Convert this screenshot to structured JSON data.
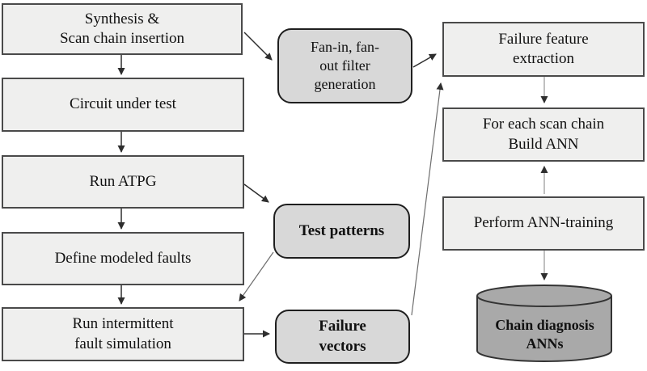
{
  "colors": {
    "background": "#ffffff",
    "box_light_fill": "#efefee",
    "box_light_border": "#4a4a4a",
    "box_medium_fill": "#d8d8d8",
    "box_medium_border": "#1f1f1f",
    "cylinder_fill": "#a9a9a9",
    "cylinder_border": "#333333",
    "arrow_color": "#2e2e2e",
    "text_color": "#111111"
  },
  "nodes": {
    "synthesis": {
      "label": "Synthesis &\nScan chain insertion"
    },
    "circuit_under_test": {
      "label": "Circuit under test"
    },
    "run_atpg": {
      "label": "Run ATPG"
    },
    "define_modeled_faults": {
      "label": "Define modeled faults"
    },
    "run_intermittent_fault_simulation": {
      "label": "Run intermittent\nfault simulation"
    },
    "fan_filter_generation": {
      "label": "Fan-in, fan-\nout filter\ngeneration"
    },
    "test_patterns": {
      "label": "Test patterns"
    },
    "failure_vectors": {
      "label": "Failure\nvectors"
    },
    "failure_feature_extraction": {
      "label": "Failure feature\nextraction"
    },
    "build_ann": {
      "label": "For each scan chain\nBuild ANN"
    },
    "perform_ann_training": {
      "label": "Perform ANN-training"
    },
    "chain_diagnosis_anns": {
      "label": "Chain diagnosis\nANNs"
    }
  },
  "edges": [
    {
      "from": "synthesis",
      "to": "circuit_under_test"
    },
    {
      "from": "circuit_under_test",
      "to": "run_atpg"
    },
    {
      "from": "run_atpg",
      "to": "define_modeled_faults"
    },
    {
      "from": "define_modeled_faults",
      "to": "run_intermittent_fault_simulation"
    },
    {
      "from": "synthesis",
      "to": "fan_filter_generation"
    },
    {
      "from": "run_atpg",
      "to": "test_patterns"
    },
    {
      "from": "test_patterns",
      "to": "run_intermittent_fault_simulation"
    },
    {
      "from": "run_intermittent_fault_simulation",
      "to": "failure_vectors"
    },
    {
      "from": "fan_filter_generation",
      "to": "failure_feature_extraction"
    },
    {
      "from": "failure_vectors",
      "to": "failure_feature_extraction"
    },
    {
      "from": "failure_feature_extraction",
      "to": "build_ann"
    },
    {
      "from": "perform_ann_training",
      "to": "build_ann"
    },
    {
      "from": "perform_ann_training",
      "to": "chain_diagnosis_anns"
    }
  ]
}
